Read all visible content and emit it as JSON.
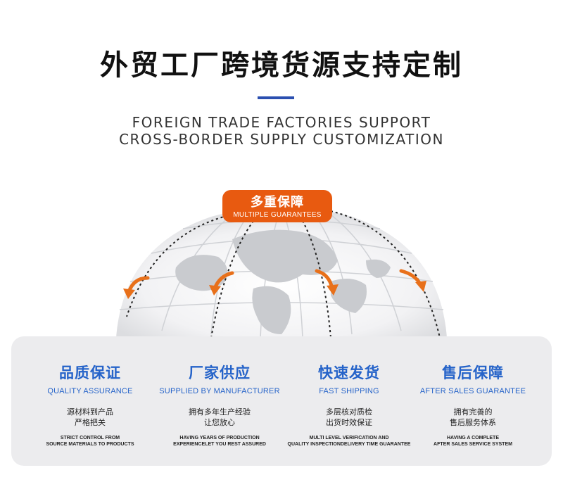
{
  "header": {
    "title": "外贸工厂跨境货源支持定制",
    "subtitle_line1": "FOREIGN TRADE FACTORIES SUPPORT",
    "subtitle_line2": "CROSS-BORDER SUPPLY CUSTOMIZATION"
  },
  "badge": {
    "cn": "多重保障",
    "en": "MULTIPLE GUARANTEES"
  },
  "colors": {
    "accent_blue": "#2563c9",
    "accent_orange": "#e85a10",
    "panel_bg": "#ececee"
  },
  "features": [
    {
      "title": "品质保证",
      "subtitle": "QUALITY ASSURANCE",
      "desc_line1": "源材料到产品",
      "desc_line2": "严格把关",
      "note_line1": "STRICT CONTROL FROM",
      "note_line2": "SOURCE MATERIALS TO PRODUCTS"
    },
    {
      "title": "厂家供应",
      "subtitle": "SUPPLIED BY MANUFACTURER",
      "desc_line1": "拥有多年生产经验",
      "desc_line2": "让您放心",
      "note_line1": "HAVING YEARS OF PRODUCTION",
      "note_line2": "EXPERIENCELET YOU REST ASSURED"
    },
    {
      "title": "快速发货",
      "subtitle": "FAST SHIPPING",
      "desc_line1": "多层核对质检",
      "desc_line2": "出货时效保证",
      "note_line1": "MULTI LEVEL VERIFICATION AND",
      "note_line2": "QUALITY INSPECTIONDELIVERY TIME GUARANTEE"
    },
    {
      "title": "售后保障",
      "subtitle": "AFTER SALES GUARANTEE",
      "desc_line1": "拥有完善的",
      "desc_line2": "售后服务体系",
      "note_line1": "HAVING A COMPLETE",
      "note_line2": "AFTER SALES SERVICE SYSTEM"
    }
  ]
}
